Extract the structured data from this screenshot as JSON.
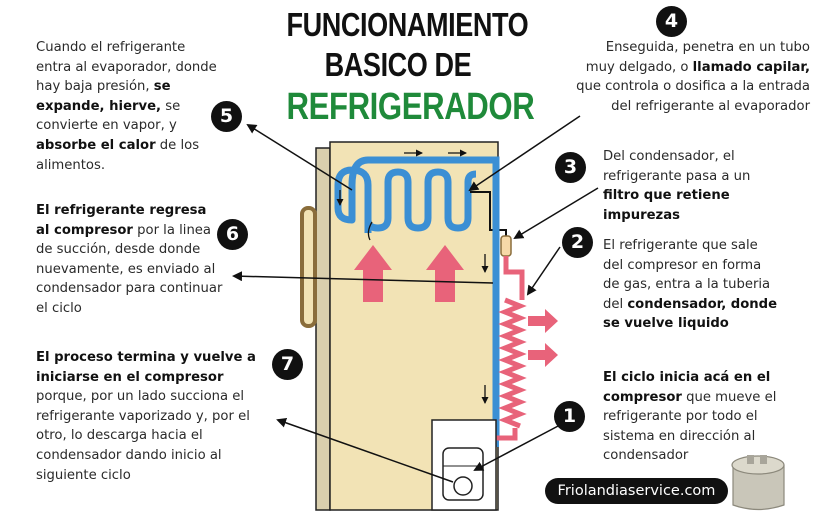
{
  "title": {
    "line1": "FUNCIONAMIENTO",
    "line2": "BASICO DE",
    "line3": "REFRIGERADOR"
  },
  "steps": [
    {
      "number": "1",
      "parts": [
        {
          "text": "El ciclo inicia acá en el compresor",
          "bold": true
        },
        {
          "text": " que mueve el refrigerante por todo el sistema en dirección al condensador",
          "bold": false
        }
      ]
    },
    {
      "number": "2",
      "parts": [
        {
          "text": "El refrigerante que sale del compresor en forma de gas, entra a la tuberia del ",
          "bold": false
        },
        {
          "text": "condensador, donde se vuelve liquido",
          "bold": true
        }
      ]
    },
    {
      "number": "3",
      "parts": [
        {
          "text": "Del condensador, el refrigerante pasa a un ",
          "bold": false
        },
        {
          "text": "filtro que retiene impurezas",
          "bold": true
        }
      ]
    },
    {
      "number": "4",
      "parts": [
        {
          "text": "Enseguida, penetra en un tubo muy delgado, o ",
          "bold": false
        },
        {
          "text": "llamado capilar,",
          "bold": true
        },
        {
          "text": " que controla o dosifica a la entrada del refrigerante al evaporador",
          "bold": false
        }
      ]
    },
    {
      "number": "5",
      "parts": [
        {
          "text": "Cuando el refrigerante entra al evaporador, donde hay baja presión, ",
          "bold": false
        },
        {
          "text": "se expande, hierve,",
          "bold": true
        },
        {
          "text": " se convierte en vapor, y ",
          "bold": false
        },
        {
          "text": "absorbe el calor",
          "bold": true
        },
        {
          "text": " de los alimentos.",
          "bold": false
        }
      ]
    },
    {
      "number": "6",
      "parts": [
        {
          "text": "El refrigerante regresa al compresor",
          "bold": true
        },
        {
          "text": " por la linea de succión, desde donde nuevamente, es enviado al condensador para continuar el ciclo",
          "bold": false
        }
      ]
    },
    {
      "number": "7",
      "parts": [
        {
          "text": "El proceso termina y vuelve a iniciarse en el compresor",
          "bold": true
        },
        {
          "text": " porque, por un lado succiona el refrigerante vaporizado y, por el otro, lo descarga hacia el condensador dando inicio al siguiente ciclo",
          "bold": false
        }
      ]
    }
  ],
  "brand": "Friolandiaservice.com",
  "colors": {
    "cabinet": "#f2e3b5",
    "door_edge": "#d9cfae",
    "handle": "#8a6d3b",
    "cold_line": "#3b8fd4",
    "hot_line": "#e8637a",
    "title_accent": "#1f8a3a",
    "badge": "#111111"
  }
}
